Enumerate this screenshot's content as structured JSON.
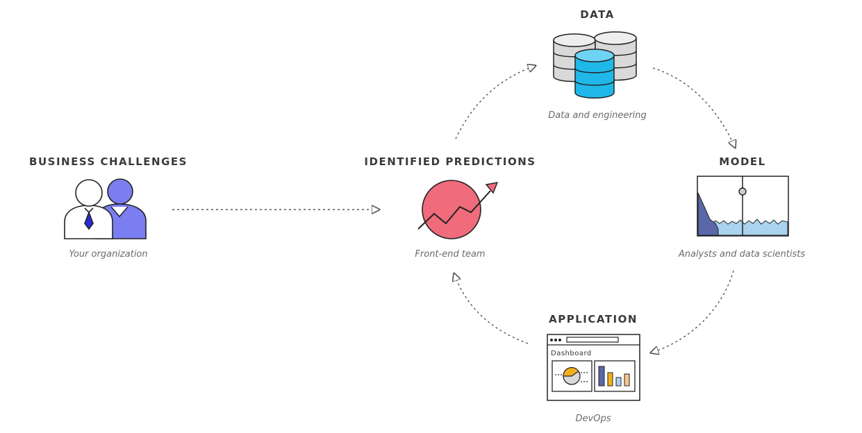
{
  "nodes": {
    "business": {
      "title": "BUSINESS CHALLENGES",
      "subtitle": "Your organization",
      "icon": "people-icon"
    },
    "predictions": {
      "title": "IDENTIFIED PREDICTIONS",
      "subtitle": "Front-end team",
      "icon": "trend-circle-icon"
    },
    "data": {
      "title": "DATA",
      "subtitle": "Data and engineering",
      "icon": "database-icon"
    },
    "model": {
      "title": "MODEL",
      "subtitle": "Analysts and data scientists",
      "icon": "model-chart-icon"
    },
    "application": {
      "title": "APPLICATION",
      "subtitle": "DevOps",
      "icon": "dashboard-window-icon",
      "window_label": "Dashboard"
    }
  },
  "colors": {
    "person_blue": "#7b7ef0",
    "tie_blue": "#2a2ad6",
    "prediction_red": "#f06b7b",
    "db_gray": "#d9d9d9",
    "db_cyan": "#1fb8e8",
    "model_dark": "#5a67a8",
    "model_light": "#a9d3ee",
    "pie_orange": "#f3b01c",
    "bar_navy": "#5a67a8",
    "bar_orange": "#f3b01c",
    "bar_lightblue": "#a9d3ee",
    "bar_peach": "#f7c78a",
    "arrow_gray": "#555555"
  }
}
